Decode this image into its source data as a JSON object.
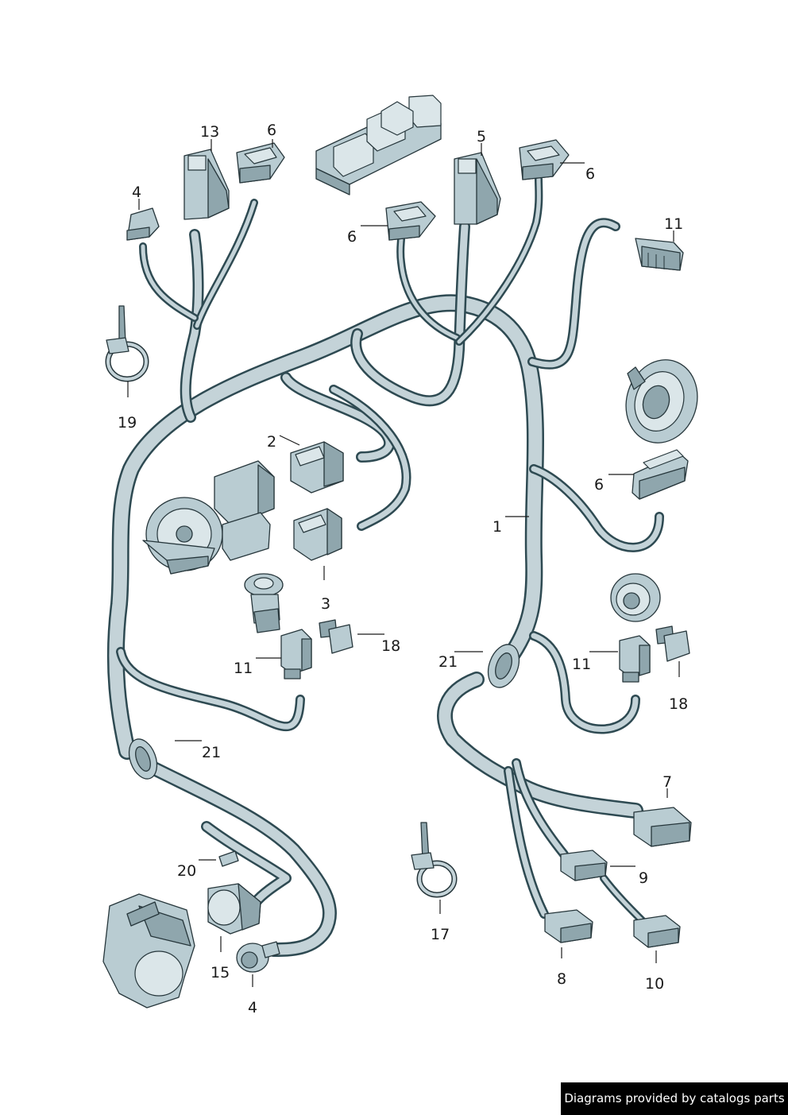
{
  "callouts": [
    {
      "id": "c13",
      "text": "13"
    },
    {
      "id": "c6a",
      "text": "6"
    },
    {
      "id": "c4a",
      "text": "4"
    },
    {
      "id": "c5",
      "text": "5"
    },
    {
      "id": "c6b",
      "text": "6"
    },
    {
      "id": "c6c",
      "text": "6"
    },
    {
      "id": "c11a",
      "text": "11"
    },
    {
      "id": "c19",
      "text": "19"
    },
    {
      "id": "c2",
      "text": "2"
    },
    {
      "id": "c3",
      "text": "3"
    },
    {
      "id": "c6d",
      "text": "6"
    },
    {
      "id": "c1",
      "text": "1"
    },
    {
      "id": "c18a",
      "text": "18"
    },
    {
      "id": "c11b",
      "text": "11"
    },
    {
      "id": "c21a",
      "text": "21"
    },
    {
      "id": "c11c",
      "text": "11"
    },
    {
      "id": "c18b",
      "text": "18"
    },
    {
      "id": "c21b",
      "text": "21"
    },
    {
      "id": "c7",
      "text": "7"
    },
    {
      "id": "c9",
      "text": "9"
    },
    {
      "id": "c20",
      "text": "20"
    },
    {
      "id": "c17",
      "text": "17"
    },
    {
      "id": "c15",
      "text": "15"
    },
    {
      "id": "c8",
      "text": "8"
    },
    {
      "id": "c10",
      "text": "10"
    },
    {
      "id": "c4b",
      "text": "4"
    }
  ],
  "footer": {
    "text": "Diagrams provided by catalogs parts"
  },
  "colors": {
    "cable_outline": "#2e4a52",
    "cable_fill": "#c4d3d8",
    "part_fill": "#b9ccd2",
    "ink": "#1a1a1a"
  }
}
